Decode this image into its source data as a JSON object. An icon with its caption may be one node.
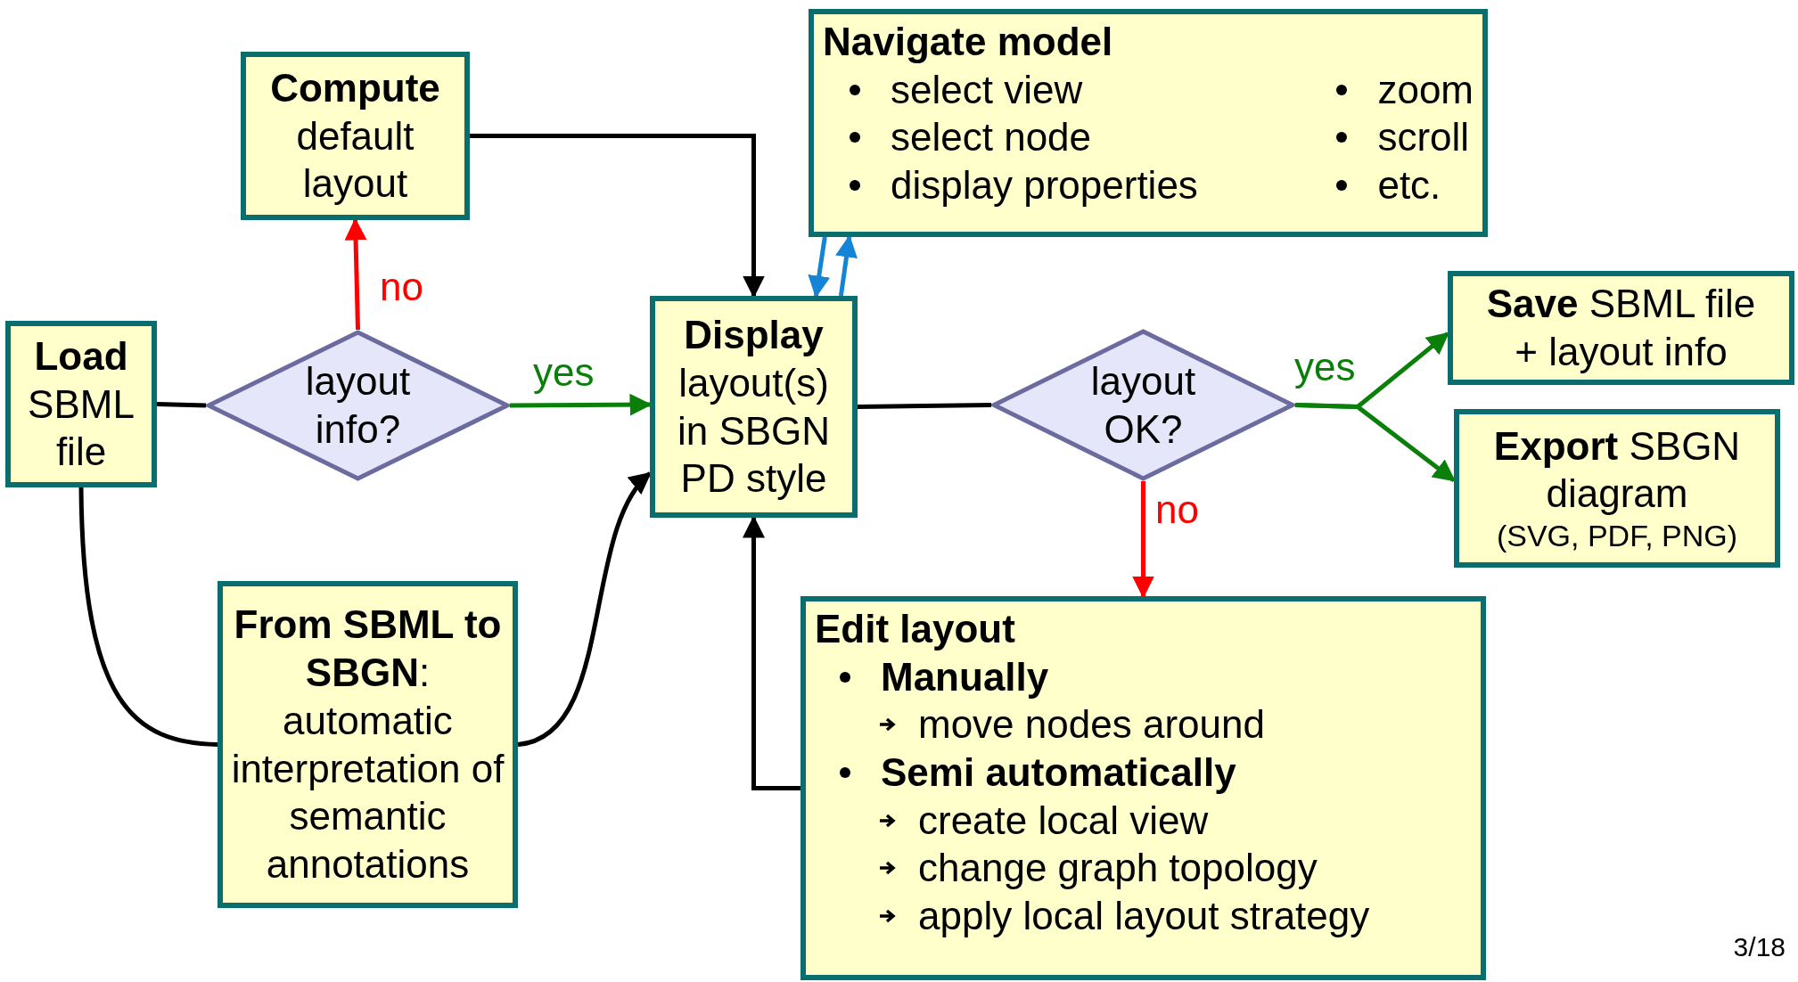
{
  "diagram": {
    "nodes": [
      {
        "text": [
          "Load",
          "SBML file"
        ]
      },
      {
        "text": [
          "layout info?"
        ]
      },
      {
        "text": [
          "Compute",
          "default layout"
        ]
      },
      {
        "text": [
          "**From SBML to SBGN**: automatic interpretation of semantic annotations"
        ]
      },
      {
        "text": [
          "Display",
          "layout(s) in SBGN PD style"
        ]
      },
      {
        "text": [
          "Navigate model",
          "select view",
          "select node",
          "display properties",
          "zoom",
          "scroll",
          "etc."
        ]
      },
      {
        "text": [
          "layout OK?"
        ]
      },
      {
        "text": [
          "**Save** SBML file",
          "+ layout info"
        ]
      },
      {
        "text": [
          "**Export** SBGN diagram",
          "(SVG, PDF, PNG)"
        ]
      },
      {
        "text": [
          "Edit layout",
          "Manually",
          "move nodes around",
          "Semi automatically",
          "create local view",
          "change graph topology",
          "apply local layout strategy"
        ]
      }
    ],
    "edges": [
      {
        "from": 0,
        "to": 1,
        "arrow": "none"
      },
      {
        "from": 1,
        "to": 2,
        "arrow": "to",
        "label": "no",
        "color": "#ff0000"
      },
      {
        "from": 1,
        "to": 4,
        "arrow": "to",
        "label": "yes",
        "color": "#0a7f0a"
      },
      {
        "from": 2,
        "to": 4,
        "arrow": "to"
      },
      {
        "from": 0,
        "to": 3,
        "arrow": "none"
      },
      {
        "from": 3,
        "to": 4,
        "arrow": "to"
      },
      {
        "from": 5,
        "to": 4,
        "arrow": "to",
        "color": "#1484d6"
      },
      {
        "from": 4,
        "to": 5,
        "arrow": "to",
        "color": "#1484d6"
      },
      {
        "from": 4,
        "to": 6,
        "arrow": "none"
      },
      {
        "from": 6,
        "to": 7,
        "arrow": "to",
        "label": "yes",
        "color": "#0a7f0a"
      },
      {
        "from": 6,
        "to": 8,
        "arrow": "to",
        "color": "#0a7f0a"
      },
      {
        "from": 6,
        "to": 9,
        "arrow": "to",
        "label": "no",
        "color": "#ff0000"
      },
      {
        "from": 9,
        "to": 4,
        "arrow": "to"
      }
    ],
    "labels": [
      "3/18"
    ]
  }
}
